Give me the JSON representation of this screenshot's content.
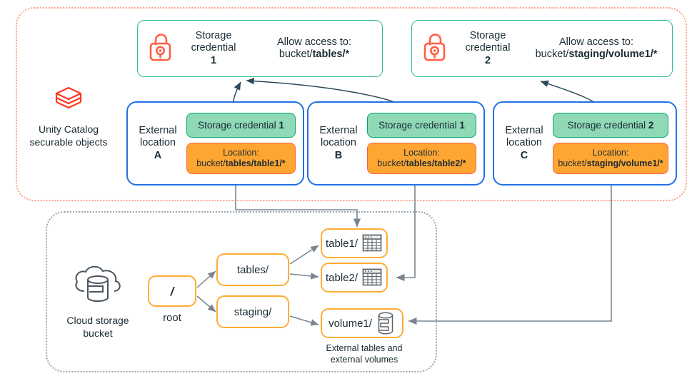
{
  "diagram": {
    "title": "Unity Catalog external locations and storage credentials",
    "colors": {
      "uc_boundary": "#ff9c8a",
      "cloud_boundary": "#9aa7b4",
      "credential_border": "#2fbd8e",
      "external_location_border": "#2272e3",
      "credential_chip_fill": "#8fd9b6",
      "credential_chip_border": "#00a972",
      "location_chip_fill": "#ffa632",
      "location_chip_border": "#ff5f46",
      "node_border": "#ffad33",
      "arrow": "#7a8591",
      "lock_icon": "#ff5f46",
      "logo": "#ff3621"
    }
  },
  "legends": {
    "unity_catalog": {
      "line1": "Unity Catalog",
      "line2": "securable objects",
      "icon": "databricks-logo-icon"
    },
    "cloud_storage": {
      "line1": "Cloud storage",
      "line2": "bucket",
      "icon": "cloud-database-icon"
    }
  },
  "storage_credentials": [
    {
      "icon": "open-padlock-icon",
      "title_line1": "Storage",
      "title_line2": "credential",
      "number": "1",
      "allow_label": "Allow access to:",
      "path_prefix": "bucket/",
      "path_bold": "tables/*"
    },
    {
      "icon": "open-padlock-icon",
      "title_line1": "Storage",
      "title_line2": "credential",
      "number": "2",
      "allow_label": "Allow access to:",
      "path_prefix": "bucket/",
      "path_bold": "staging/volume1/*"
    }
  ],
  "external_locations": [
    {
      "label_line1": "External",
      "label_line2": "location",
      "letter": "A",
      "credential_text": "Storage credential ",
      "credential_number": "1",
      "location_label": "Location:",
      "location_prefix": "bucket/",
      "location_bold": "tables/table1/*"
    },
    {
      "label_line1": "External",
      "label_line2": "location",
      "letter": "B",
      "credential_text": "Storage credential ",
      "credential_number": "1",
      "location_label": "Location:",
      "location_prefix": "bucket/",
      "location_bold": "tables/table2/*"
    },
    {
      "label_line1": "External",
      "label_line2": "location",
      "letter": "C",
      "credential_text": "Storage credential ",
      "credential_number": "2",
      "location_label": "Location:",
      "location_prefix": "bucket/",
      "location_bold": "staging/volume1/*"
    }
  ],
  "bucket_tree": {
    "root": {
      "label": "/",
      "caption": "root"
    },
    "folders": [
      {
        "label": "tables/"
      },
      {
        "label": "staging/"
      }
    ],
    "leaves": [
      {
        "label": "table1/",
        "icon": "table-grid-icon"
      },
      {
        "label": "table2/",
        "icon": "table-grid-icon"
      },
      {
        "label": "volume1/",
        "icon": "volume-cylinder-icon"
      }
    ],
    "caption_line1": "External tables and",
    "caption_line2": "external volumes"
  }
}
